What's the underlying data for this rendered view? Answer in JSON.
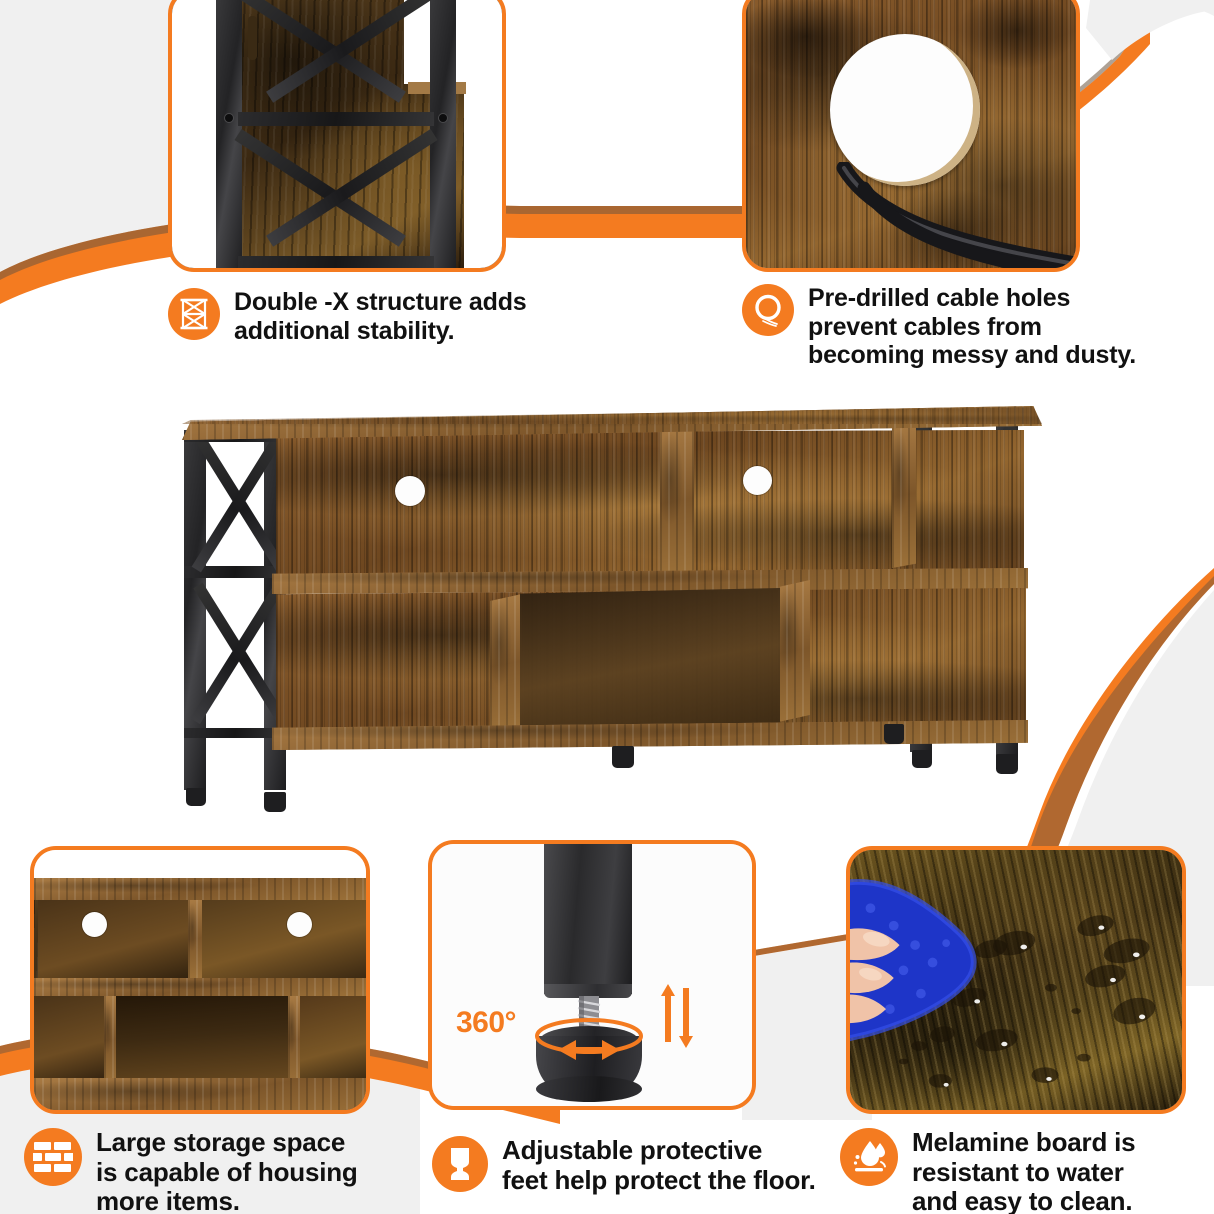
{
  "colors": {
    "accent": "#F47B20",
    "accent_dark": "#E06A12",
    "text": "#111111",
    "bg_white": "#FFFFFF",
    "bg_gray": "#F0F0F0",
    "wood": "#7A5228",
    "metal": "#232325"
  },
  "features": [
    {
      "id": "double-x-structure",
      "icon": "shelf-x-frame-icon",
      "text": "Double -X structure adds\nadditional stability.",
      "photo": "closeup-double-x-metal-frame"
    },
    {
      "id": "cable-holes",
      "icon": "cable-hole-ring-icon",
      "text": "Pre-drilled cable holes\nprevent cables from\nbecoming messy and dusty.",
      "photo": "closeup-predrilled-cable-hole-with-cable"
    },
    {
      "id": "large-storage",
      "icon": "brick-wall-icon",
      "text": "Large storage space\nis capable of housing\nmore items.",
      "photo": "closeup-open-storage-compartments"
    },
    {
      "id": "adjustable-feet",
      "icon": "adjustable-foot-icon",
      "text": "Adjustable protective\nfeet help protect the floor.",
      "photo": "closeup-adjustable-leveling-foot",
      "annotation": "360°"
    },
    {
      "id": "melamine-water-resistant",
      "icon": "water-drop-icon",
      "text": "Melamine board is\nresistant to water\nand easy to clean.",
      "photo": "closeup-wiping-water-drops-with-blue-cloth"
    }
  ],
  "main_product": {
    "name": "rustic-brown-industrial-tv-stand",
    "description": "TV stand with double-X metal side frames, two upper compartments with cable holes, three lower open cubbies and adjustable feet",
    "cable_hole_count": 2,
    "upper_compartments": 2,
    "lower_compartments": 3,
    "foot_count": 4
  }
}
